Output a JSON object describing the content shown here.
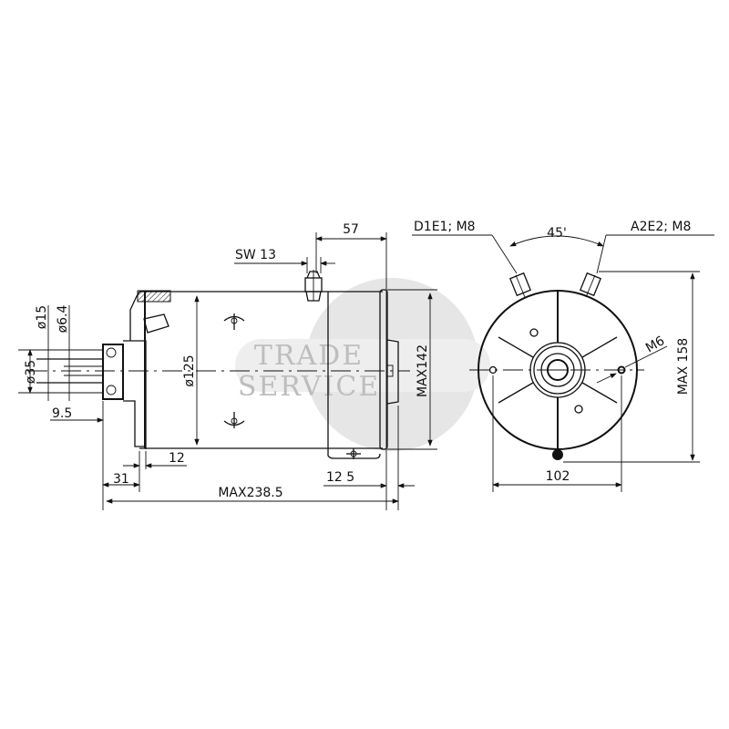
{
  "watermark": {
    "text": "TRADE SERVICE",
    "color": "#d9d9d9"
  },
  "side_view": {
    "dim_57": "57",
    "dim_sw13": "SW 13",
    "dim_d15": "ø15",
    "dim_d6_4": "ø6.4",
    "dim_d35": "ø35",
    "dim_9_5": "9.5",
    "dim_d125": "ø125",
    "dim_max142": "MAX142",
    "dim_12": "12",
    "dim_31": "31",
    "dim_12_5": "12 5",
    "dim_max238_5": "MAX238.5"
  },
  "front_view": {
    "terminal_left": "D1E1;  M8",
    "terminal_right": "A2E2;  M8",
    "angle": "45'",
    "mount_thread": "M6",
    "dim_max158": "MAX 158",
    "dim_102": "102"
  }
}
